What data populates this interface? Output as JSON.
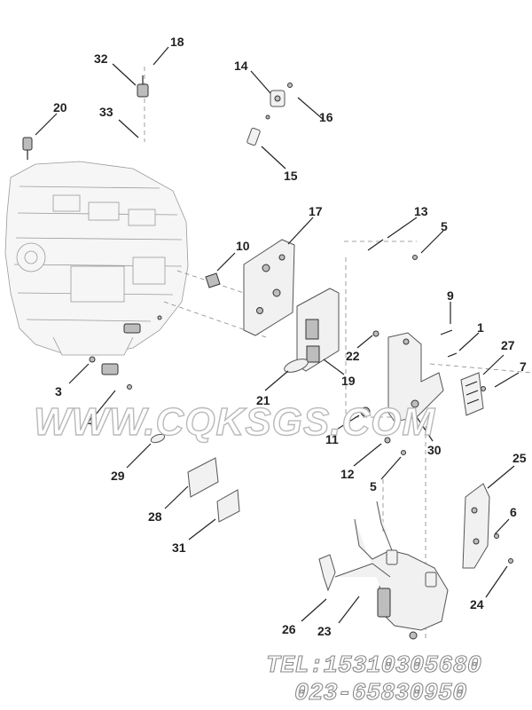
{
  "diagram": {
    "callouts": [
      "18",
      "32",
      "14",
      "33",
      "20",
      "16",
      "15",
      "17",
      "13",
      "5",
      "10",
      "9",
      "1",
      "27",
      "22",
      "7",
      "3",
      "19",
      "21",
      "4",
      "11",
      "30",
      "12",
      "5",
      "29",
      "25",
      "28",
      "6",
      "31",
      "24",
      "26",
      "23"
    ]
  },
  "watermark": {
    "site": "WWW.CQKSGS.COM",
    "phone1": "TEL:15310305680",
    "phone2": "023-65830950"
  }
}
